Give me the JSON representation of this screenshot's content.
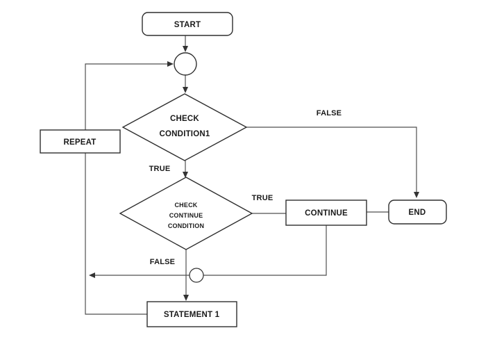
{
  "diagram": {
    "type": "flowchart",
    "background_color": "#ffffff",
    "shape_outline_color": "#2e2e2e",
    "connector_color": "#4f4f4f",
    "text_color": "#1a1a1a",
    "nodes": {
      "start": {
        "shape": "rounded-rect",
        "label": "START"
      },
      "junction": {
        "shape": "circle",
        "label": ""
      },
      "check_condition1": {
        "shape": "diamond",
        "line1": "CHECK",
        "line2": "CONDITION1"
      },
      "check_continue": {
        "shape": "diamond",
        "line1": "CHECK",
        "line2": "CONTINUE",
        "line3": "CONDITION"
      },
      "continue": {
        "shape": "rect",
        "label": "CONTINUE"
      },
      "end": {
        "shape": "rounded-rect",
        "label": "END"
      },
      "repeat": {
        "shape": "rect",
        "label": "REPEAT"
      },
      "statement1": {
        "shape": "rect",
        "label": "STATEMENT 1"
      },
      "crossing": {
        "shape": "small-circle",
        "label": ""
      }
    },
    "edge_labels": {
      "condition1_false": "FALSE",
      "condition1_true": "TRUE",
      "continue_true": "TRUE",
      "continue_false": "FALSE"
    }
  }
}
